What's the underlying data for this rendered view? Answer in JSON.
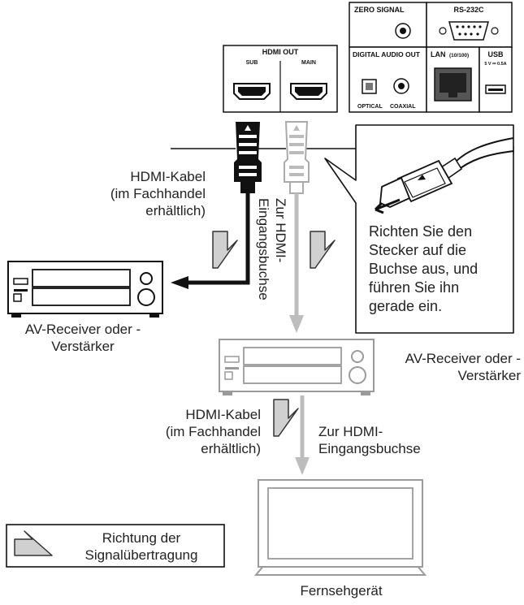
{
  "panel": {
    "zero_signal": "ZERO SIGNAL",
    "rs232c": "RS-232C",
    "hdmi_out": "HDMI OUT",
    "hdmi_sub": "SUB",
    "hdmi_main": "MAIN",
    "digital_audio_out": "DIGITAL AUDIO OUT",
    "optical": "OPTICAL",
    "coaxial": "COAXIAL",
    "lan": "LAN",
    "lan_spec": "(10/100)",
    "usb": "USB",
    "usb_spec": "5 V ⎓ 0.5A"
  },
  "labels": {
    "cable_1_line1": "HDMI-Kabel",
    "cable_1_line2": "(im Fachhandel",
    "cable_1_line3": "erhältlich)",
    "vertical_line1": "Zur HDMI-",
    "vertical_line2": "Eingangsbuchse",
    "receiver_1_line1": "AV-Receiver oder -",
    "receiver_1_line2": "Verstärker",
    "receiver_2_line1": "AV-Receiver oder -",
    "receiver_2_line2": "Verstärker",
    "callout_line1": "Richten Sie den",
    "callout_line2": "Stecker auf die",
    "callout_line3": "Buchse aus, und",
    "callout_line4": "führen Sie ihn",
    "callout_line5": "gerade ein.",
    "cable_2_line1": "HDMI-Kabel",
    "cable_2_line2": "(im Fachhandel",
    "cable_2_line3": "erhältlich)",
    "to_input_line1": "Zur HDMI-",
    "to_input_line2": "Eingangsbuchse",
    "legend_line1": "Richtung der",
    "legend_line2": "Signalübertragung",
    "tv": "Fernsehgerät"
  },
  "colors": {
    "black_cable": "#111111",
    "grey_cable": "#bdbdbd",
    "arrow_fill": "#c8c8c8",
    "device_grey": "#9a9a9a"
  }
}
